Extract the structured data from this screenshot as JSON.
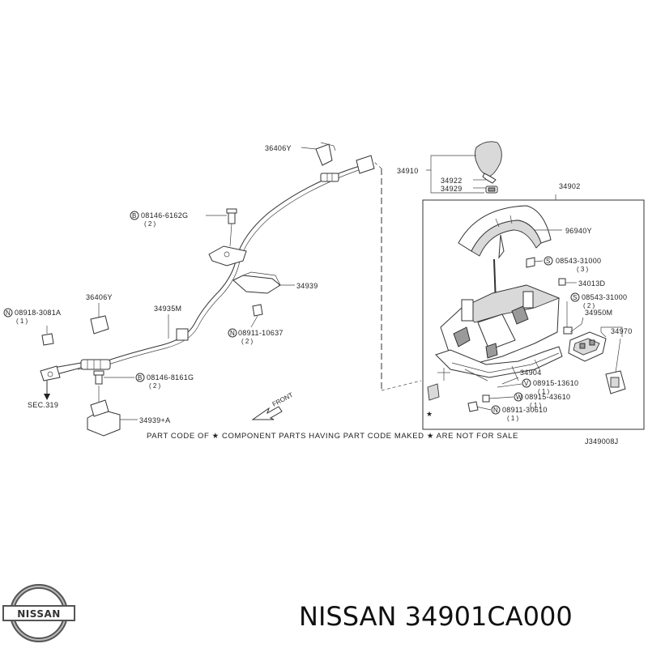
{
  "labels": {
    "l36406y_top": "36406Y",
    "l34910": "34910",
    "l34922": "34922",
    "l34929": "34929",
    "l34902": "34902",
    "l08146_6162g": "08146-6162G",
    "l08146_6162g_qty": "( 2 )",
    "l96940y": "96940Y",
    "l08543_31000_a": "08543-31000",
    "l08543_31000_a_qty": "( 3 )",
    "l34013d": "34013D",
    "l08543_31000_b": "08543-31000",
    "l08543_31000_b_qty": "( 2 )",
    "l34939": "34939",
    "l36406y_left": "36406Y",
    "l34935m": "34935M",
    "l08918_3081a": "08918-3081A",
    "l08918_3081a_qty": "( 1 )",
    "l08911_10637": "08911-10637",
    "l08911_10637_qty": "( 2 )",
    "l34950m": "34950M",
    "l34970": "34970",
    "l08146_8161g": "08146-8161G",
    "l08146_8161g_qty": "( 2 )",
    "l34904": "34904",
    "l08915_13610": "08915-13610",
    "l08915_13610_qty": "( 1 )",
    "l08915_43610": "08915-43610",
    "l08915_43610_qty": "( 1 )",
    "l08911_30610": "08911-30610",
    "l08911_30610_qty": "( 1 )",
    "sec319": "SEC.319",
    "l34939a": "34939+A",
    "front": "FRONT",
    "note": "PART CODE OF ★ COMPONENT PARTS HAVING PART CODE MAKED ★ ARE NOT FOR SALE",
    "figure_code": "J349008J",
    "star": "★"
  },
  "markers": {
    "bolt_b": "B",
    "nut_n": "N",
    "washer_s": "S",
    "washer_w": "W",
    "variant_v": "V"
  },
  "brand": {
    "logo_text": "NISSAN",
    "caption": "NISSAN 34901CA000"
  }
}
